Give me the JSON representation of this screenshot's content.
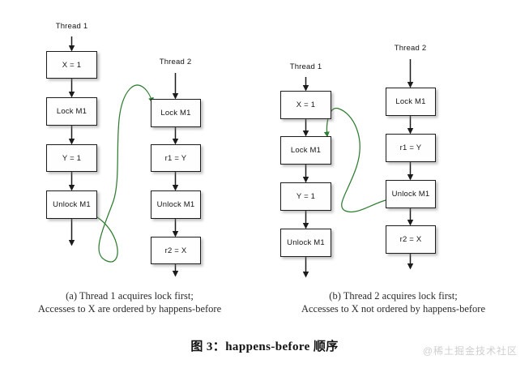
{
  "figure": {
    "title": "图 3：happens-before 顺序",
    "watermark": "@稀土掘金技术社区",
    "background_color": "#ffffff",
    "box_fill": "#fefefe",
    "box_border_color": "#1c1c1c",
    "arrow_color": "#1c1c1c",
    "hb_edge_color": "#2f7d32",
    "watermark_color": "#cfcfcf"
  },
  "panels": [
    {
      "id": "a",
      "caption_line1": "(a) Thread 1 acquires lock first;",
      "caption_line2": "Accesses to X are ordered by happens-before",
      "threads": [
        {
          "label": "Thread 1",
          "nodes": [
            {
              "text": "X = 1"
            },
            {
              "text": "Lock M1"
            },
            {
              "text": "Y = 1"
            },
            {
              "text": "Unlock M1"
            }
          ]
        },
        {
          "label": "Thread 2",
          "nodes": [
            {
              "text": "Lock M1"
            },
            {
              "text": "r1 = Y"
            },
            {
              "text": "Unlock M1"
            },
            {
              "text": "r2 = X"
            }
          ]
        }
      ],
      "happens_before_edge": {
        "from": "Thread 1 / Unlock M1",
        "to": "Thread 2 / Lock M1"
      }
    },
    {
      "id": "b",
      "caption_line1": "(b) Thread 2 acquires lock first;",
      "caption_line2": "Accesses to X not ordered by happens-before",
      "threads": [
        {
          "label": "Thread 1",
          "nodes": [
            {
              "text": "X = 1"
            },
            {
              "text": "Lock M1"
            },
            {
              "text": "Y = 1"
            },
            {
              "text": "Unlock M1"
            }
          ]
        },
        {
          "label": "Thread 2",
          "nodes": [
            {
              "text": "Lock M1"
            },
            {
              "text": "r1 = Y"
            },
            {
              "text": "Unlock M1"
            },
            {
              "text": "r2 = X"
            }
          ]
        }
      ],
      "happens_before_edge": {
        "from": "Thread 2 / Unlock M1",
        "to": "Thread 1 / Lock M1"
      }
    }
  ]
}
